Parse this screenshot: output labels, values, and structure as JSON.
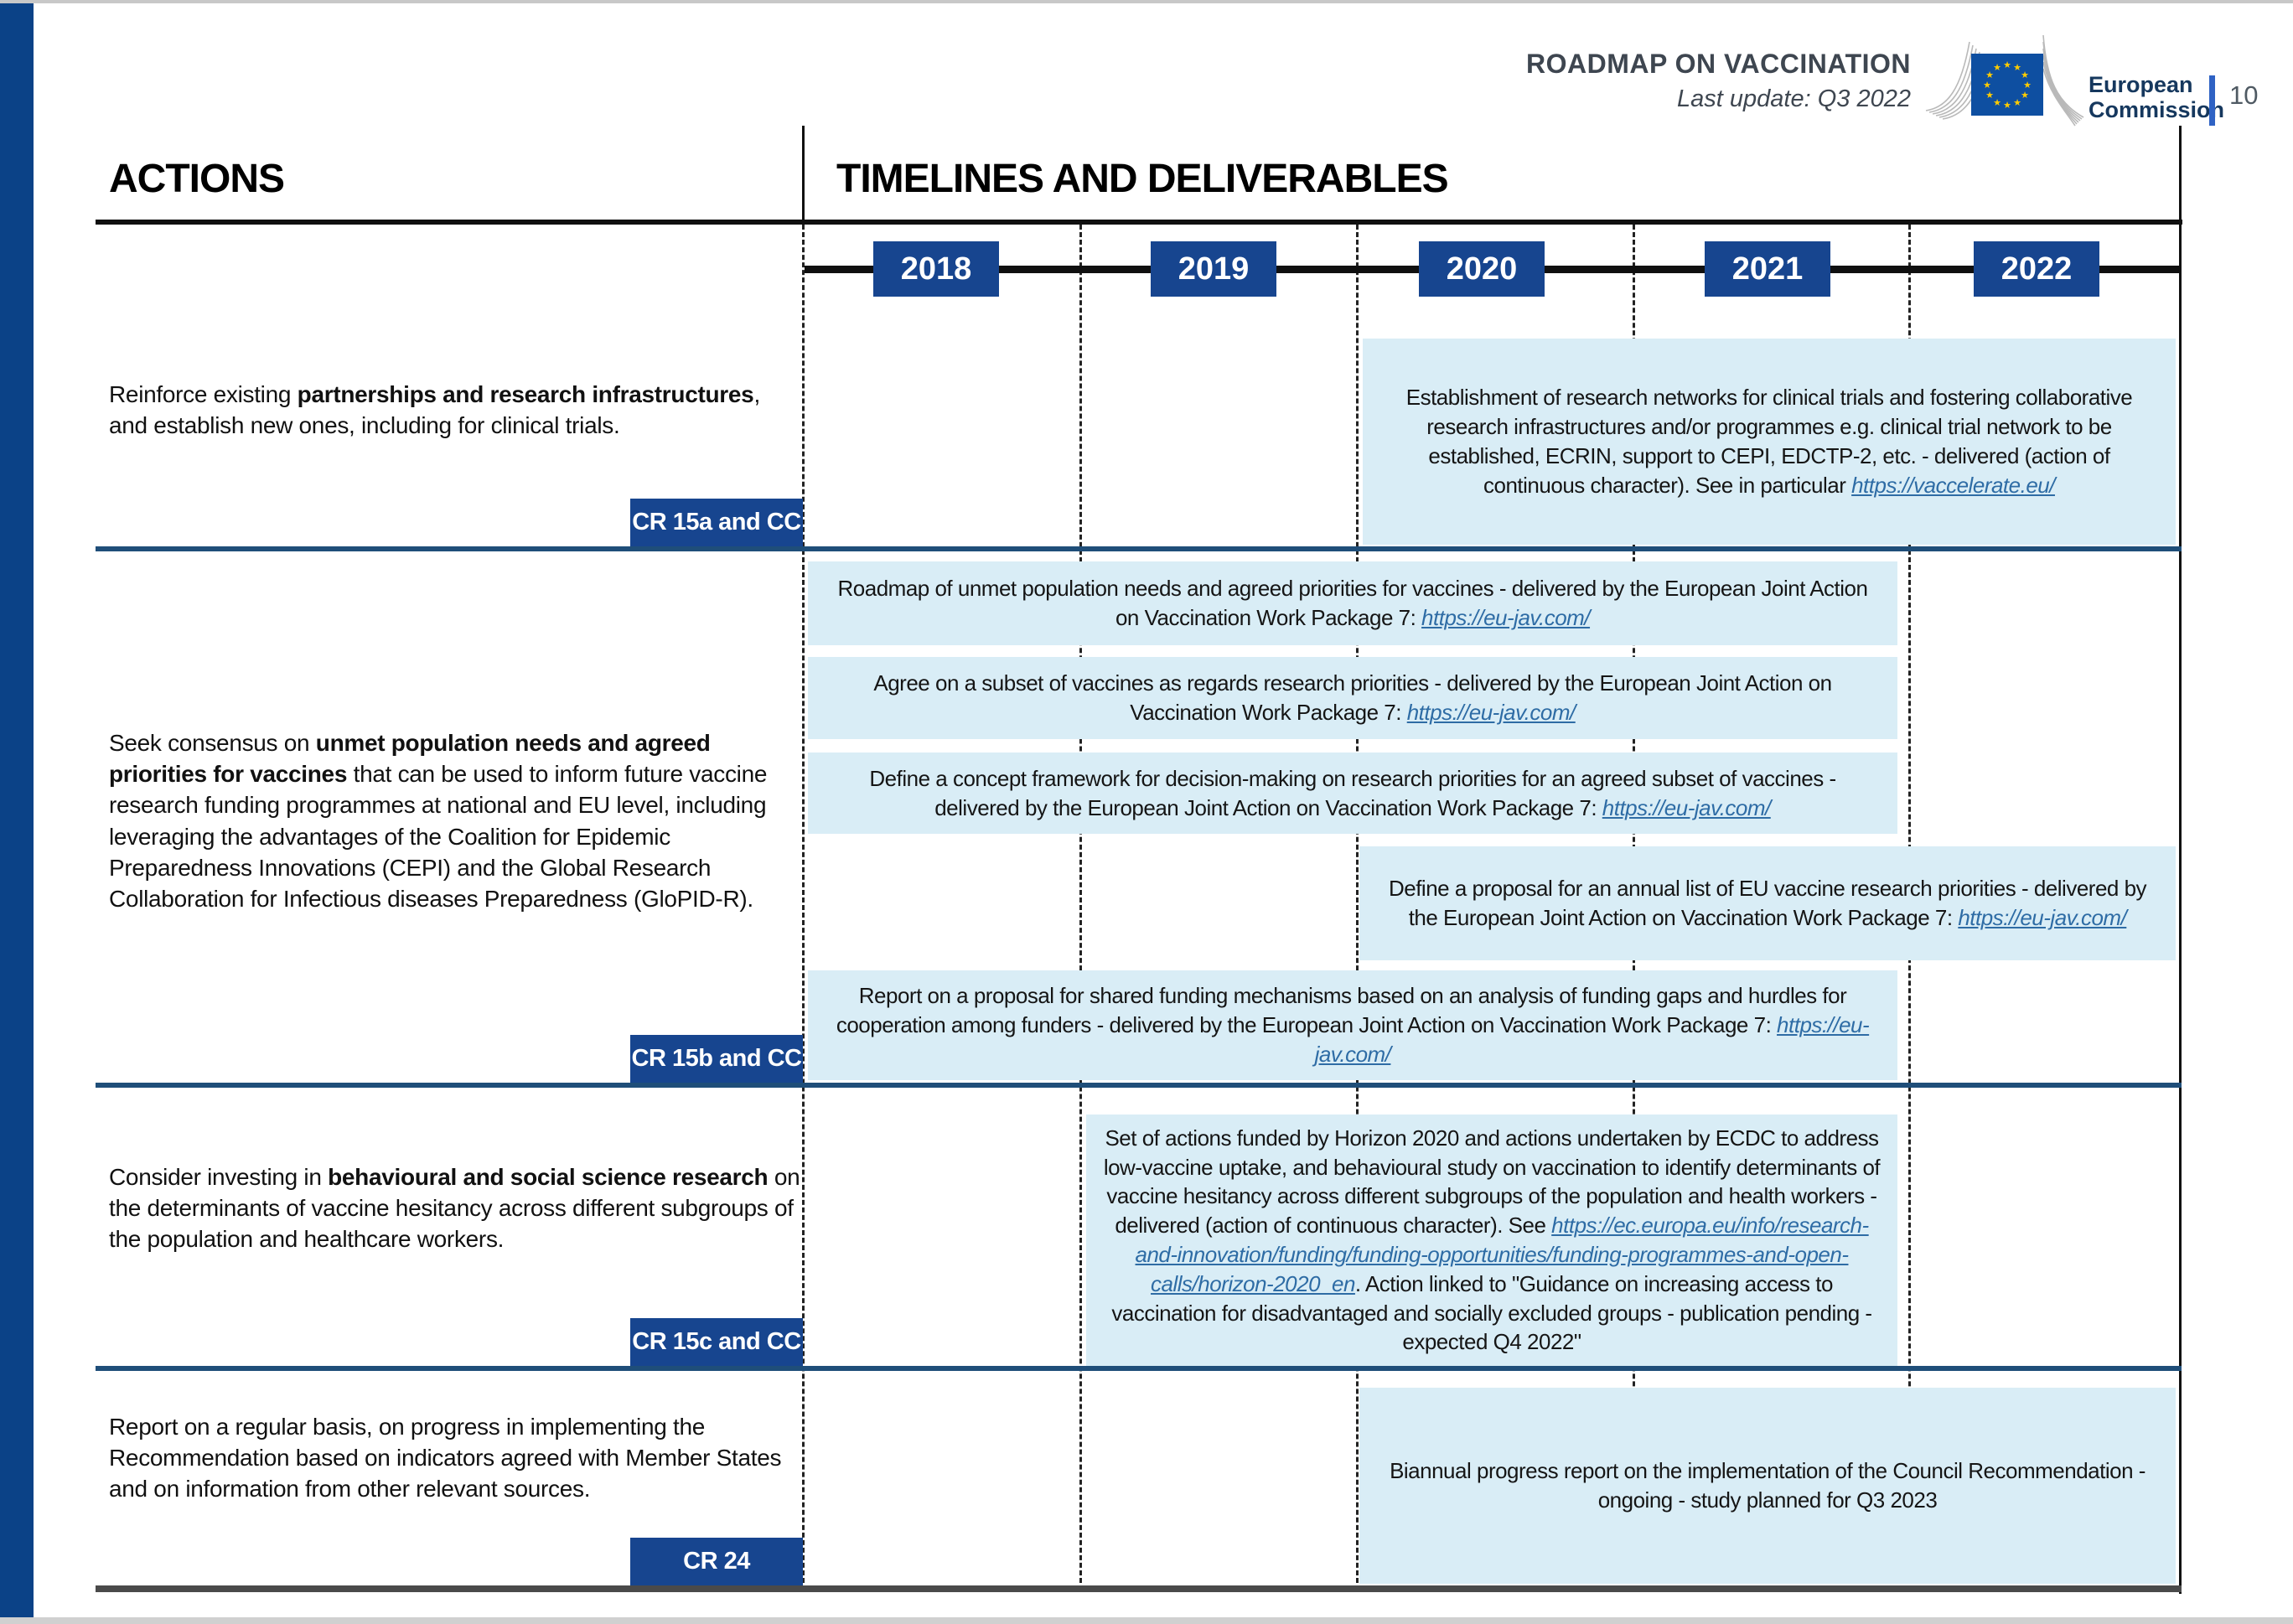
{
  "header": {
    "title": "ROADMAP ON VACCINATION",
    "subtitle": "Last update: Q3 2022",
    "logo": {
      "line1": "European",
      "line2": "Commission"
    },
    "page_number": "10"
  },
  "columns": {
    "actions": "ACTIONS",
    "timelines": "TIMELINES AND DELIVERABLES"
  },
  "timeline": {
    "years": [
      "2018",
      "2019",
      "2020",
      "2021",
      "2022"
    ]
  },
  "rows": [
    {
      "action": {
        "pre": "Reinforce existing ",
        "bold": "partnerships and research infrastructures",
        "post": ", and establish new ones, including for clinical trials."
      },
      "badge": "CR 15a and CC",
      "deliverables": [
        {
          "pre": "Establishment of research networks for clinical trials and fostering collaborative research infrastructures and/or programmes e.g. clinical trial network to be established, ECRIN, support to CEPI, EDCTP-2, etc. - delivered (action of continuous character). See in particular ",
          "link": "https://vaccelerate.eu/",
          "post": ""
        }
      ]
    },
    {
      "action": {
        "pre": "Seek consensus on ",
        "bold": "unmet population needs and agreed priorities for vaccines",
        "post": " that can be used to inform future vaccine research funding programmes at national and EU level, including leveraging the advantages of the Coalition for Epidemic Preparedness Innovations (CEPI) and the Global Research Collaboration for Infectious diseases Preparedness (GloPID-R)."
      },
      "badge": "CR 15b and CC",
      "deliverables": [
        {
          "pre": "Roadmap of unmet population needs and agreed priorities for vaccines - delivered by the European Joint Action on Vaccination Work Package 7: ",
          "link": "https://eu-jav.com/",
          "post": ""
        },
        {
          "pre": "Agree on a subset of vaccines as regards research priorities -  delivered by the European Joint Action on Vaccination Work Package 7: ",
          "link": "https://eu-jav.com/",
          "post": ""
        },
        {
          "pre": "Define a concept framework for decision-making on research priorities for an agreed subset of vaccines -  delivered by the European Joint Action on Vaccination Work Package 7: ",
          "link": "https://eu-jav.com/",
          "post": ""
        },
        {
          "pre": "Define a proposal for an annual list of EU vaccine research priorities - delivered by the European Joint Action on Vaccination Work Package 7: ",
          "link": "https://eu-jav.com/",
          "post": ""
        },
        {
          "pre": "Report on a proposal for shared funding mechanisms based on an analysis of funding gaps and hurdles for cooperation among funders -  delivered by the European Joint Action on Vaccination Work Package 7: ",
          "link": "https://eu-jav.com/",
          "post": ""
        }
      ]
    },
    {
      "action": {
        "pre": "Consider investing in ",
        "bold": "behavioural and social science research",
        "post": " on the determinants of vaccine hesitancy across different subgroups of the population and healthcare workers."
      },
      "badge": "CR 15c and CC",
      "deliverables": [
        {
          "pre": "Set of actions funded by Horizon 2020 and actions undertaken by ECDC to address low-vaccine uptake, and behavioural study on vaccination to identify determinants of vaccine hesitancy across different subgroups of the population and health workers  - delivered (action of continuous character). See ",
          "link": "https://ec.europa.eu/info/research-and-innovation/funding/funding-opportunities/funding-programmes-and-open-calls/horizon-2020_en",
          "post": ". Action linked to \"Guidance on increasing access to vaccination for disadvantaged and socially excluded groups - publication pending - expected Q4 2022\""
        }
      ]
    },
    {
      "action": {
        "pre": "Report on a regular basis, on progress in implementing the Recommendation based on indicators agreed with Member States and on information from other relevant sources.",
        "bold": "",
        "post": ""
      },
      "badge": "CR 24",
      "deliverables": [
        {
          "pre": "Biannual progress report on the implementation of the Council Recommendation - ongoing - study planned for Q3 2023",
          "link": "",
          "post": ""
        }
      ]
    }
  ],
  "colors": {
    "accent_navy": "#17458f",
    "separator_navy": "#1f4e79",
    "deliverable_blue": "#d9edf6",
    "left_bar_blue": "#0b4287",
    "flag_blue": "#0e4fa1",
    "star_yellow": "#ffcc00",
    "link_blue": "#2e6ca5"
  }
}
